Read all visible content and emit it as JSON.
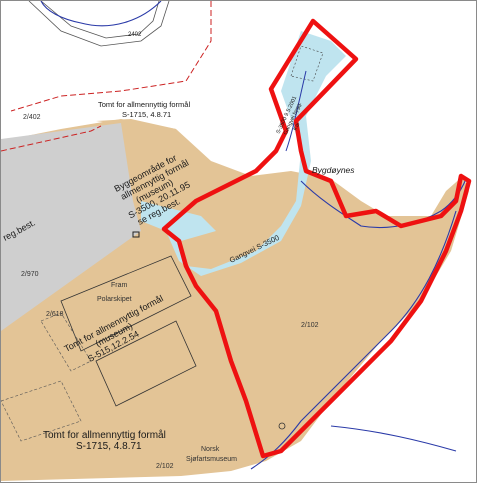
{
  "colors": {
    "land": "#e3c496",
    "built_area": "#cfcfcf",
    "footpath": "#bfe4ef",
    "boundary_highlight": "#ee1111",
    "shoreline": "#2a3aa8",
    "plan_border": "#cc2222"
  },
  "labels": {
    "tomt_top_1": "Tomt for allmennyttig formål",
    "tomt_top_2": "S-1715, 4.8.71",
    "parcel_2402": "2/402",
    "road_top": "2402",
    "byggeomrade_1": "Byggeområde for",
    "byggeomrade_2": "allmennyttig formål",
    "byggeomrade_3": "(museum)",
    "byggeomrade_4": "S-3500, 20.11.95",
    "byggeomrade_5": "se reg.best.",
    "reg_best": "reg.best.",
    "parcel_2970": "2/970",
    "fram": "Fram",
    "polarskipet": "Polarskipet",
    "parcel_2618": "2/618",
    "tomt_museum_1": "Tomt for allmennyttig formål",
    "tomt_museum_2": "(museum)",
    "tomt_museum_3": "S-515,12.2.54",
    "bygdoynes": "Bygdøynes",
    "gangvei": "Gangvei S-3500",
    "parcel_2102_a": "2/102",
    "parcel_2102_b": "2/102",
    "tomt_bottom_1": "Tomt for allmennyttig formål",
    "tomt_bottom_2": "S-1715, 4.8.71",
    "norsk": "Norsk",
    "sjofartsmuseum": "Sjøfartsmuseum",
    "pier_1": "S-3500 9.5.2001",
    "pier_2": "Gangvei bygg.",
    "pier_3": "Kai"
  }
}
